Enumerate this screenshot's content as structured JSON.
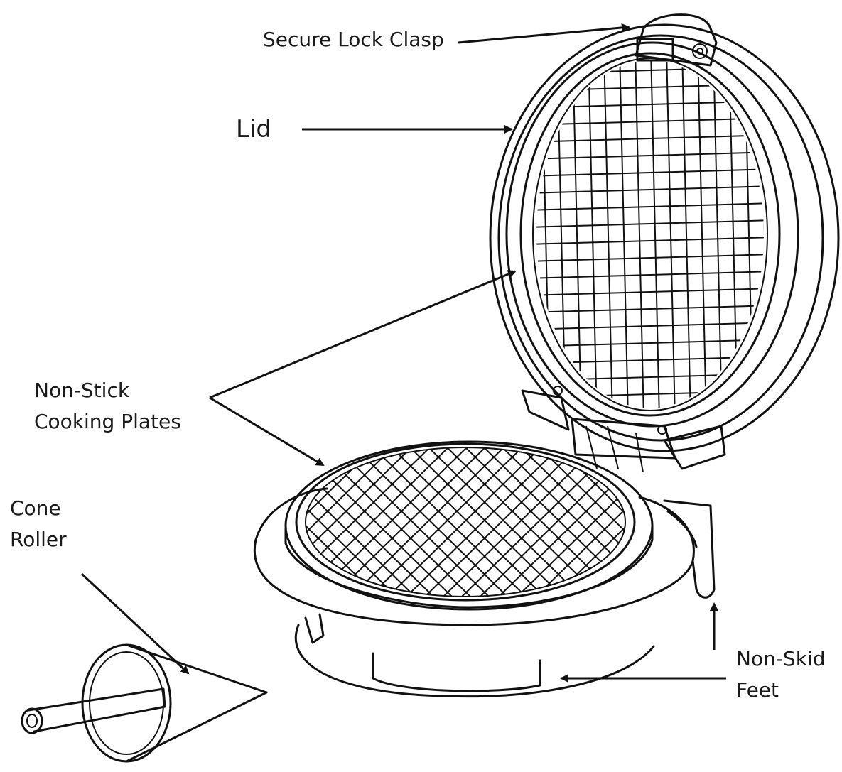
{
  "labels": {
    "lock_clasp": "Secure Lock Clasp",
    "lid": "Lid",
    "plates_line1": "Non-Stick",
    "plates_line2": "Cooking Plates",
    "cone_line1": "Cone",
    "cone_line2": "Roller",
    "feet_line1": "Non-Skid",
    "feet_line2": "Feet"
  },
  "colors": {
    "line": "#111111",
    "background": "#ffffff"
  }
}
